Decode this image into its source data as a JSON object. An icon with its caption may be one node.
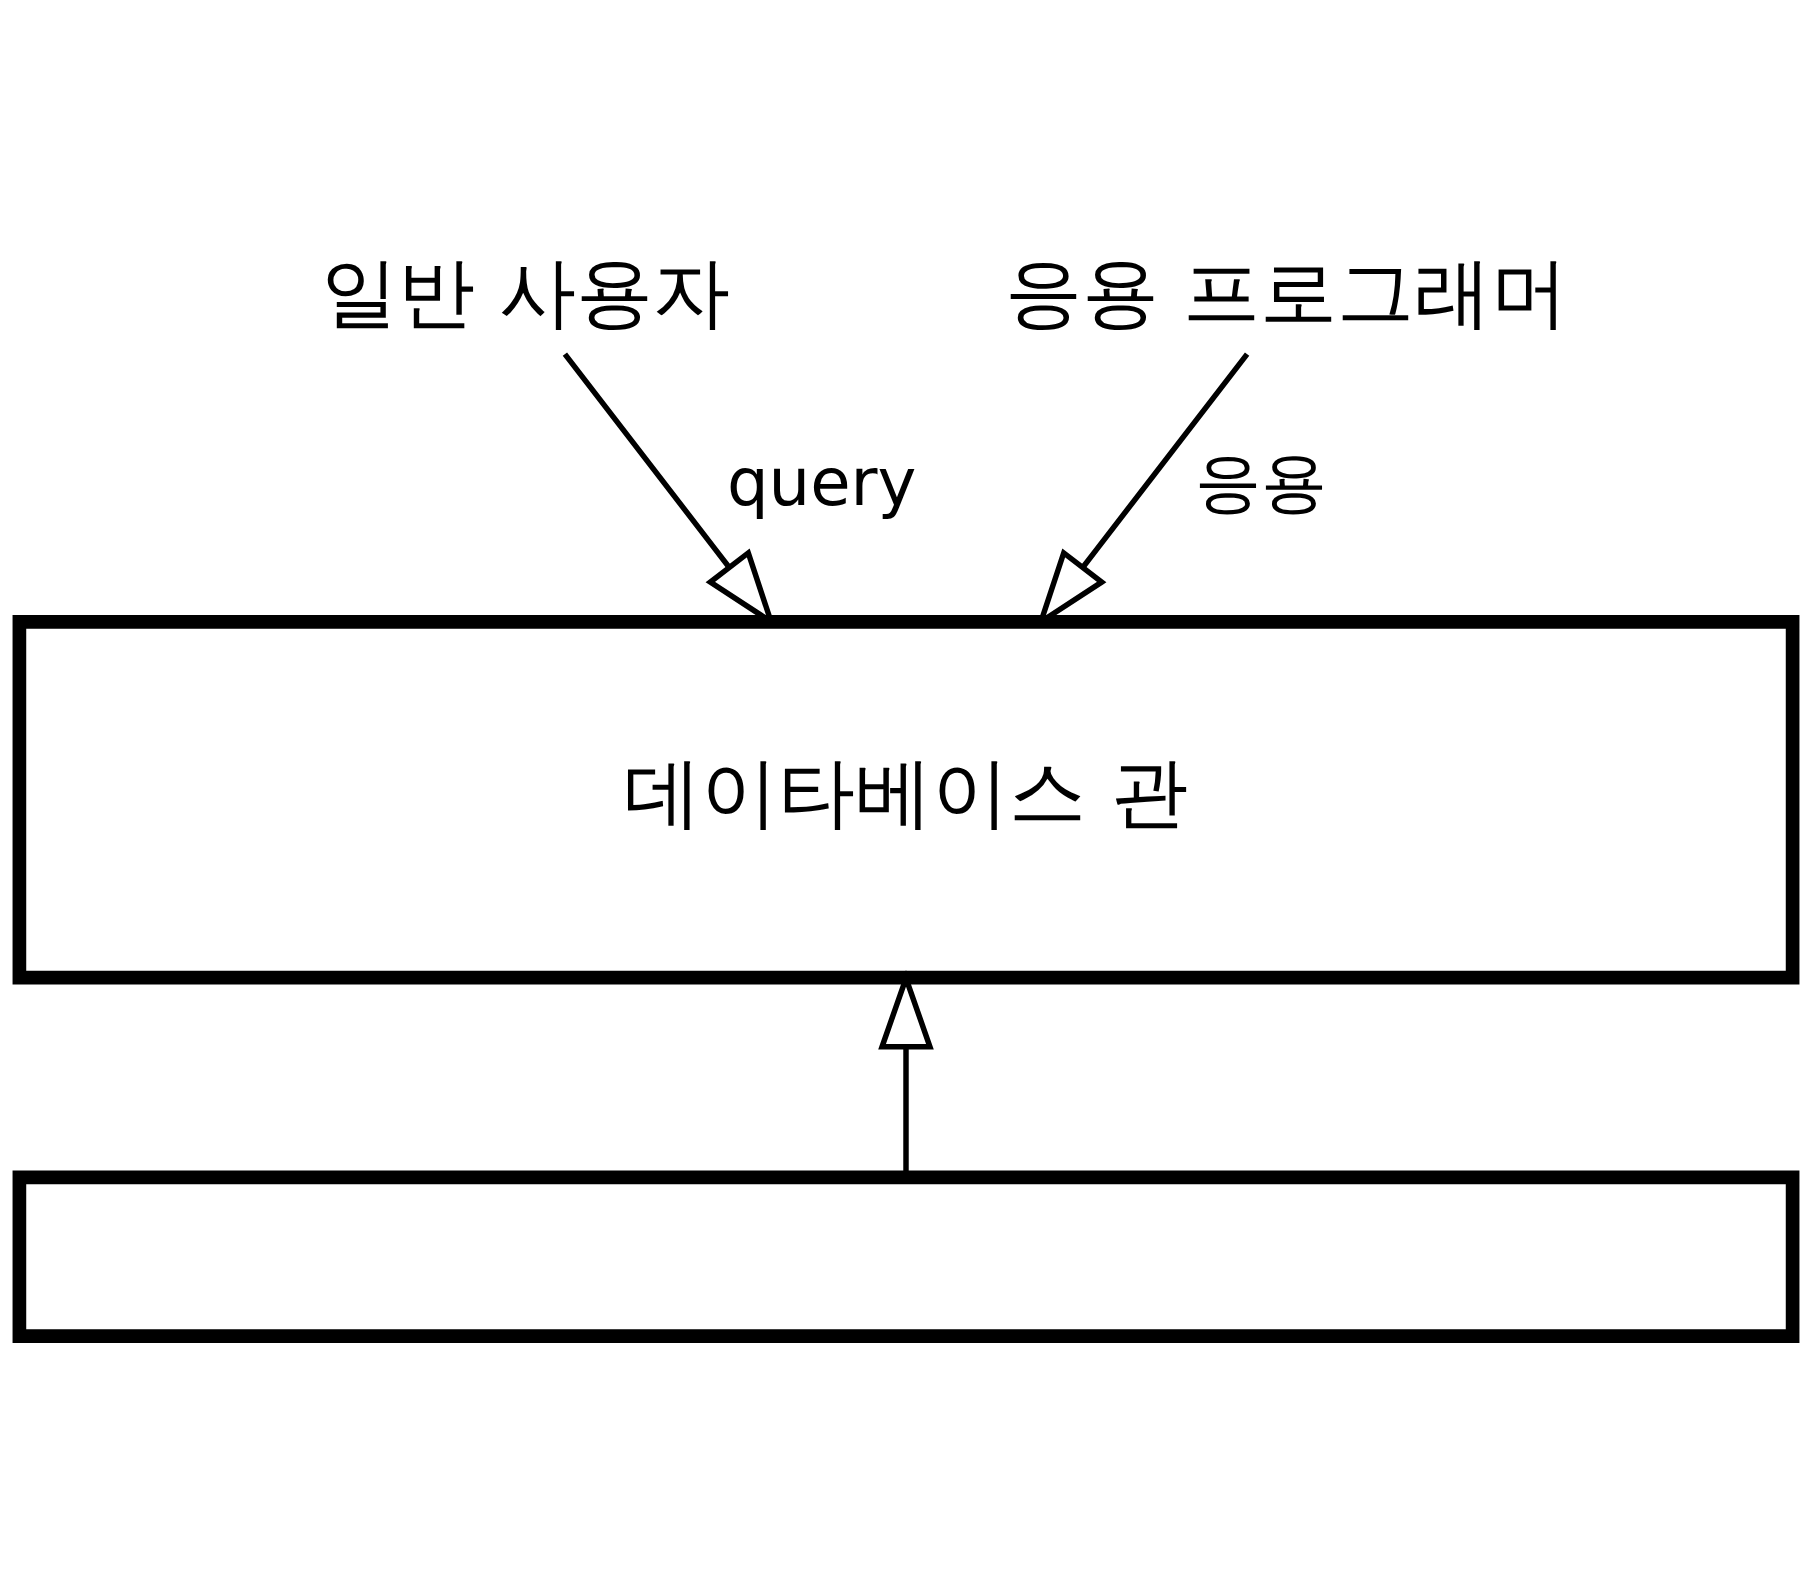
{
  "diagram": {
    "nodes": [
      {
        "text": [
          "일반 사용자"
        ]
      },
      {
        "text": [
          "응용 프로그래머"
        ]
      },
      {
        "text": [
          "데이타베이스 관"
        ]
      },
      {
        "text": [],
        "shape": "box"
      }
    ],
    "edges": [
      {
        "from": 0,
        "to": 2,
        "arrow": "to",
        "label": "query"
      },
      {
        "from": 1,
        "to": 2,
        "arrow": "to",
        "label": "응용"
      },
      {
        "from": 3,
        "to": 2,
        "arrow": "to"
      }
    ]
  }
}
